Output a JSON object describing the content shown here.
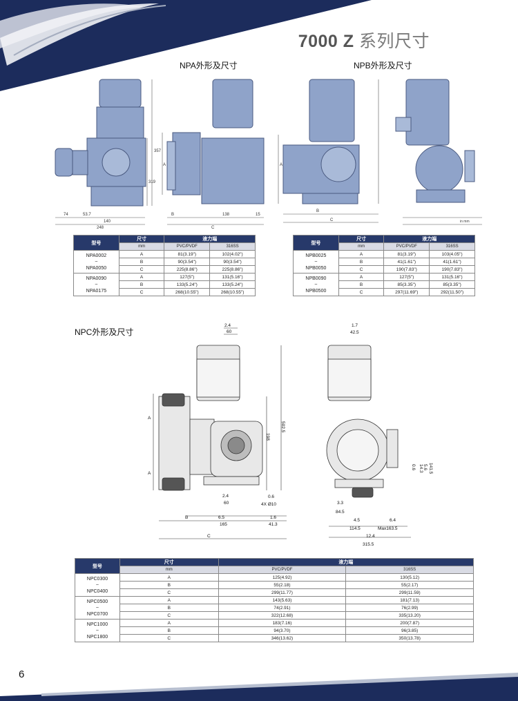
{
  "header": {
    "title_model": "7000 Z",
    "title_cn": "系列尺寸"
  },
  "sections": {
    "npa": "NPA外形及尺寸",
    "npb": "NPB外形及尺寸",
    "npc": "NPC外形及尺寸"
  },
  "page_number": "6",
  "colors": {
    "brand_navy": "#1c2c5c",
    "pump_blue": "#8fa3c9",
    "table_header": "#27396a"
  },
  "npa": {
    "dims": {
      "d357": "357",
      "d319": "319",
      "d74": "74",
      "d537": "53.7",
      "d140": "140",
      "d248": "248",
      "d138": "138",
      "d15": "15",
      "A": "A",
      "B": "B",
      "C": "C"
    },
    "table": {
      "h_model": "型号",
      "h_size": "尺寸",
      "h_end": "液力端",
      "h_mm": "mm",
      "h_pvc": "PVC/PVDF",
      "h_ss": "316SS",
      "groups": [
        {
          "m1": "NPA0002",
          "sep": "~",
          "m2": "NPA0050",
          "rows": [
            {
              "k": "A",
              "pvc": "81(3.19\")",
              "ss": "102(4.02\")"
            },
            {
              "k": "B",
              "pvc": "90(3.54\")",
              "ss": "90(3.54\")"
            },
            {
              "k": "C",
              "pvc": "225(8.86\")",
              "ss": "225(8.86\")"
            }
          ]
        },
        {
          "m1": "NPA0090",
          "sep": "~",
          "m2": "NPA0175",
          "rows": [
            {
              "k": "A",
              "pvc": "127(5\")",
              "ss": "131(5.16\")"
            },
            {
              "k": "B",
              "pvc": "133(5.24\")",
              "ss": "133(5.24\")"
            },
            {
              "k": "C",
              "pvc": "268(10.55\")",
              "ss": "268(10.55\")"
            }
          ]
        }
      ]
    }
  },
  "npb": {
    "dims": {
      "A": "A",
      "B": "B",
      "C": "C",
      "inches": "in mm"
    },
    "table": {
      "h_model": "型号",
      "h_size": "尺寸",
      "h_end": "液力端",
      "h_mm": "mm",
      "h_pvc": "PVC/PVDF",
      "h_ss": "316SS",
      "groups": [
        {
          "m1": "NPB0025",
          "sep": "~",
          "m2": "NPB0050",
          "rows": [
            {
              "k": "A",
              "pvc": "81(3.19\")",
              "ss": "103(4.05\")"
            },
            {
              "k": "B",
              "pvc": "41(1.61\")",
              "ss": "41(1.61\")"
            },
            {
              "k": "C",
              "pvc": "190(7.83\")",
              "ss": "190(7.83\")"
            }
          ]
        },
        {
          "m1": "NPB0090",
          "sep": "~",
          "m2": "NPB0500",
          "rows": [
            {
              "k": "A",
              "pvc": "127(5\")",
              "ss": "131(5.16\")"
            },
            {
              "k": "B",
              "pvc": "85(3.35\")",
              "ss": "85(3.35\")"
            },
            {
              "k": "C",
              "pvc": "297(11.69\")",
              "ss": "292(11.50\")"
            }
          ]
        }
      ]
    }
  },
  "npc": {
    "dims": {
      "d24": "2.4",
      "d60": "60",
      "d198": "198",
      "d5025": "502.5",
      "d06": "0.6",
      "d4x10": "4X Ø10",
      "d65": "6.5",
      "d165": "165",
      "d16": "1.6",
      "d413": "41.3",
      "d17": "1.7",
      "d425": "42.5",
      "d33": "3.3",
      "d845": "84.5",
      "d45": "4.5",
      "d64": "6.4",
      "d1145": "114.5",
      "dmax": "Max163.5",
      "d124": "12.4",
      "d3155": "315.5",
      "d06b": "0.6",
      "d143": "14.3",
      "d56": "5.6",
      "d1415": "141.5",
      "A": "A",
      "B": "B",
      "C": "C"
    },
    "table": {
      "h_model": "型号",
      "h_size": "尺寸",
      "h_end": "液力端",
      "h_mm": "mm",
      "h_pvc": "PVC/PVDF",
      "h_ss": "316SS",
      "groups": [
        {
          "m1": "NPC0300",
          "sep": "~",
          "m2": "NPC0400",
          "rows": [
            {
              "k": "A",
              "pvc": "125(4.92)",
              "ss": "130(5.12)"
            },
            {
              "k": "B",
              "pvc": "55(2.18)",
              "ss": "55(2.17)"
            },
            {
              "k": "C",
              "pvc": "299(11.77)",
              "ss": "299(11.59)"
            }
          ]
        },
        {
          "m1": "NPC0500",
          "sep": "~",
          "m2": "NPC0700",
          "rows": [
            {
              "k": "A",
              "pvc": "143(5.63)",
              "ss": "181(7.13)"
            },
            {
              "k": "B",
              "pvc": "74(2.91)",
              "ss": "76(2.99)"
            },
            {
              "k": "C",
              "pvc": "322(12.68)",
              "ss": "335(13.20)"
            }
          ]
        },
        {
          "m1": "NPC1000",
          "sep": "~",
          "m2": "NPC1800",
          "rows": [
            {
              "k": "A",
              "pvc": "183(7.16)",
              "ss": "200(7.87)"
            },
            {
              "k": "B",
              "pvc": "94(3.70)",
              "ss": "96(3.85)"
            },
            {
              "k": "C",
              "pvc": "346(13.62)",
              "ss": "350(13.78)"
            }
          ]
        }
      ]
    }
  }
}
